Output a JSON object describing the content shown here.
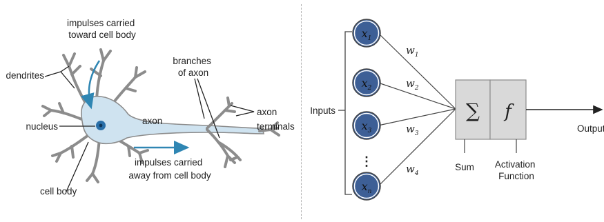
{
  "neuron": {
    "labels": {
      "impulses_toward_1": "impulses carried",
      "impulses_toward_2": "toward cell body",
      "dendrites": "dendrites",
      "branches_1": "branches",
      "branches_2": "of axon",
      "nucleus": "nucleus",
      "axon": "axon",
      "axon_terminals_1": "axon",
      "axon_terminals_2": "terminals",
      "impulses_away_1": "impulses carried",
      "impulses_away_2": "away from cell body",
      "cell_body": "cell body"
    },
    "colors": {
      "cell_fill": "#cfe3f0",
      "cell_stroke": "#8c8c8c",
      "nucleus": "#2a6fa8",
      "arrow": "#2f86b3"
    }
  },
  "perceptron": {
    "inputs_label": "Inputs",
    "input_nodes": [
      {
        "symbol": "x",
        "sub": "1"
      },
      {
        "symbol": "x",
        "sub": "2"
      },
      {
        "symbol": "x",
        "sub": "3"
      },
      {
        "symbol": "x",
        "sub": "n"
      }
    ],
    "ellipsis": "⋮",
    "weights": [
      {
        "symbol": "w",
        "sub": "1"
      },
      {
        "symbol": "w",
        "sub": "2"
      },
      {
        "symbol": "w",
        "sub": "3"
      },
      {
        "symbol": "w",
        "sub": "4"
      }
    ],
    "sum_symbol": "∑",
    "activation_symbol": "f",
    "sum_label": "Sum",
    "activation_label_1": "Activation",
    "activation_label_2": "Function",
    "output_label": "Output",
    "colors": {
      "node_fill": "#3d5f96",
      "node_ring": "#ffffff",
      "node_outline": "#444444",
      "box_fill": "#d9d9d9",
      "box_stroke": "#8a8a8a"
    }
  }
}
